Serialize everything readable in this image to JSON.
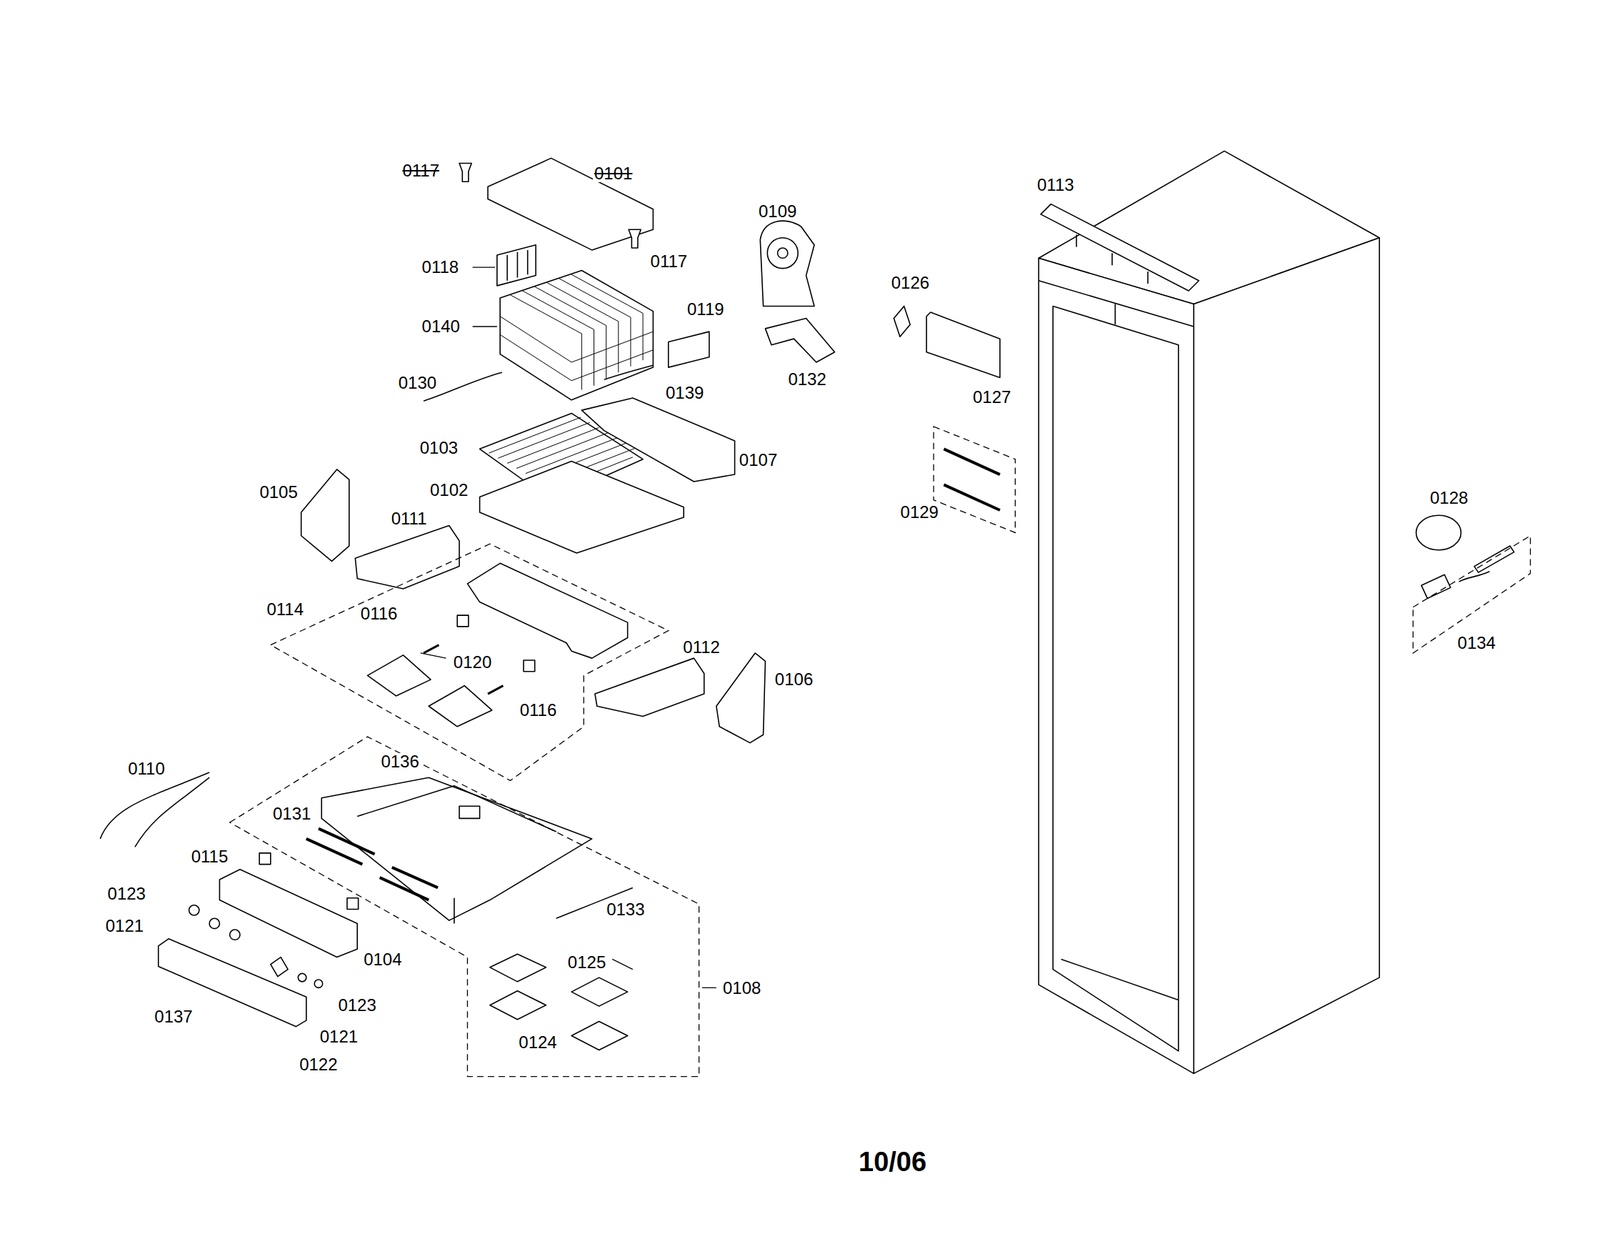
{
  "diagram": {
    "labels": [
      "0117",
      "0101",
      "0113",
      "0109",
      "0118",
      "0117",
      "0126",
      "0119",
      "0140",
      "0132",
      "0130",
      "0139",
      "0127",
      "0103",
      "0107",
      "0102",
      "0105",
      "0128",
      "0129",
      "0111",
      "0114",
      "0116",
      "0112",
      "0134",
      "0120",
      "0106",
      "0116",
      "0136",
      "0110",
      "0131",
      "0115",
      "0123",
      "0133",
      "0121",
      "0104",
      "0125",
      "0108",
      "0123",
      "0137",
      "0121",
      "0124",
      "0122",
      "10/06"
    ]
  }
}
